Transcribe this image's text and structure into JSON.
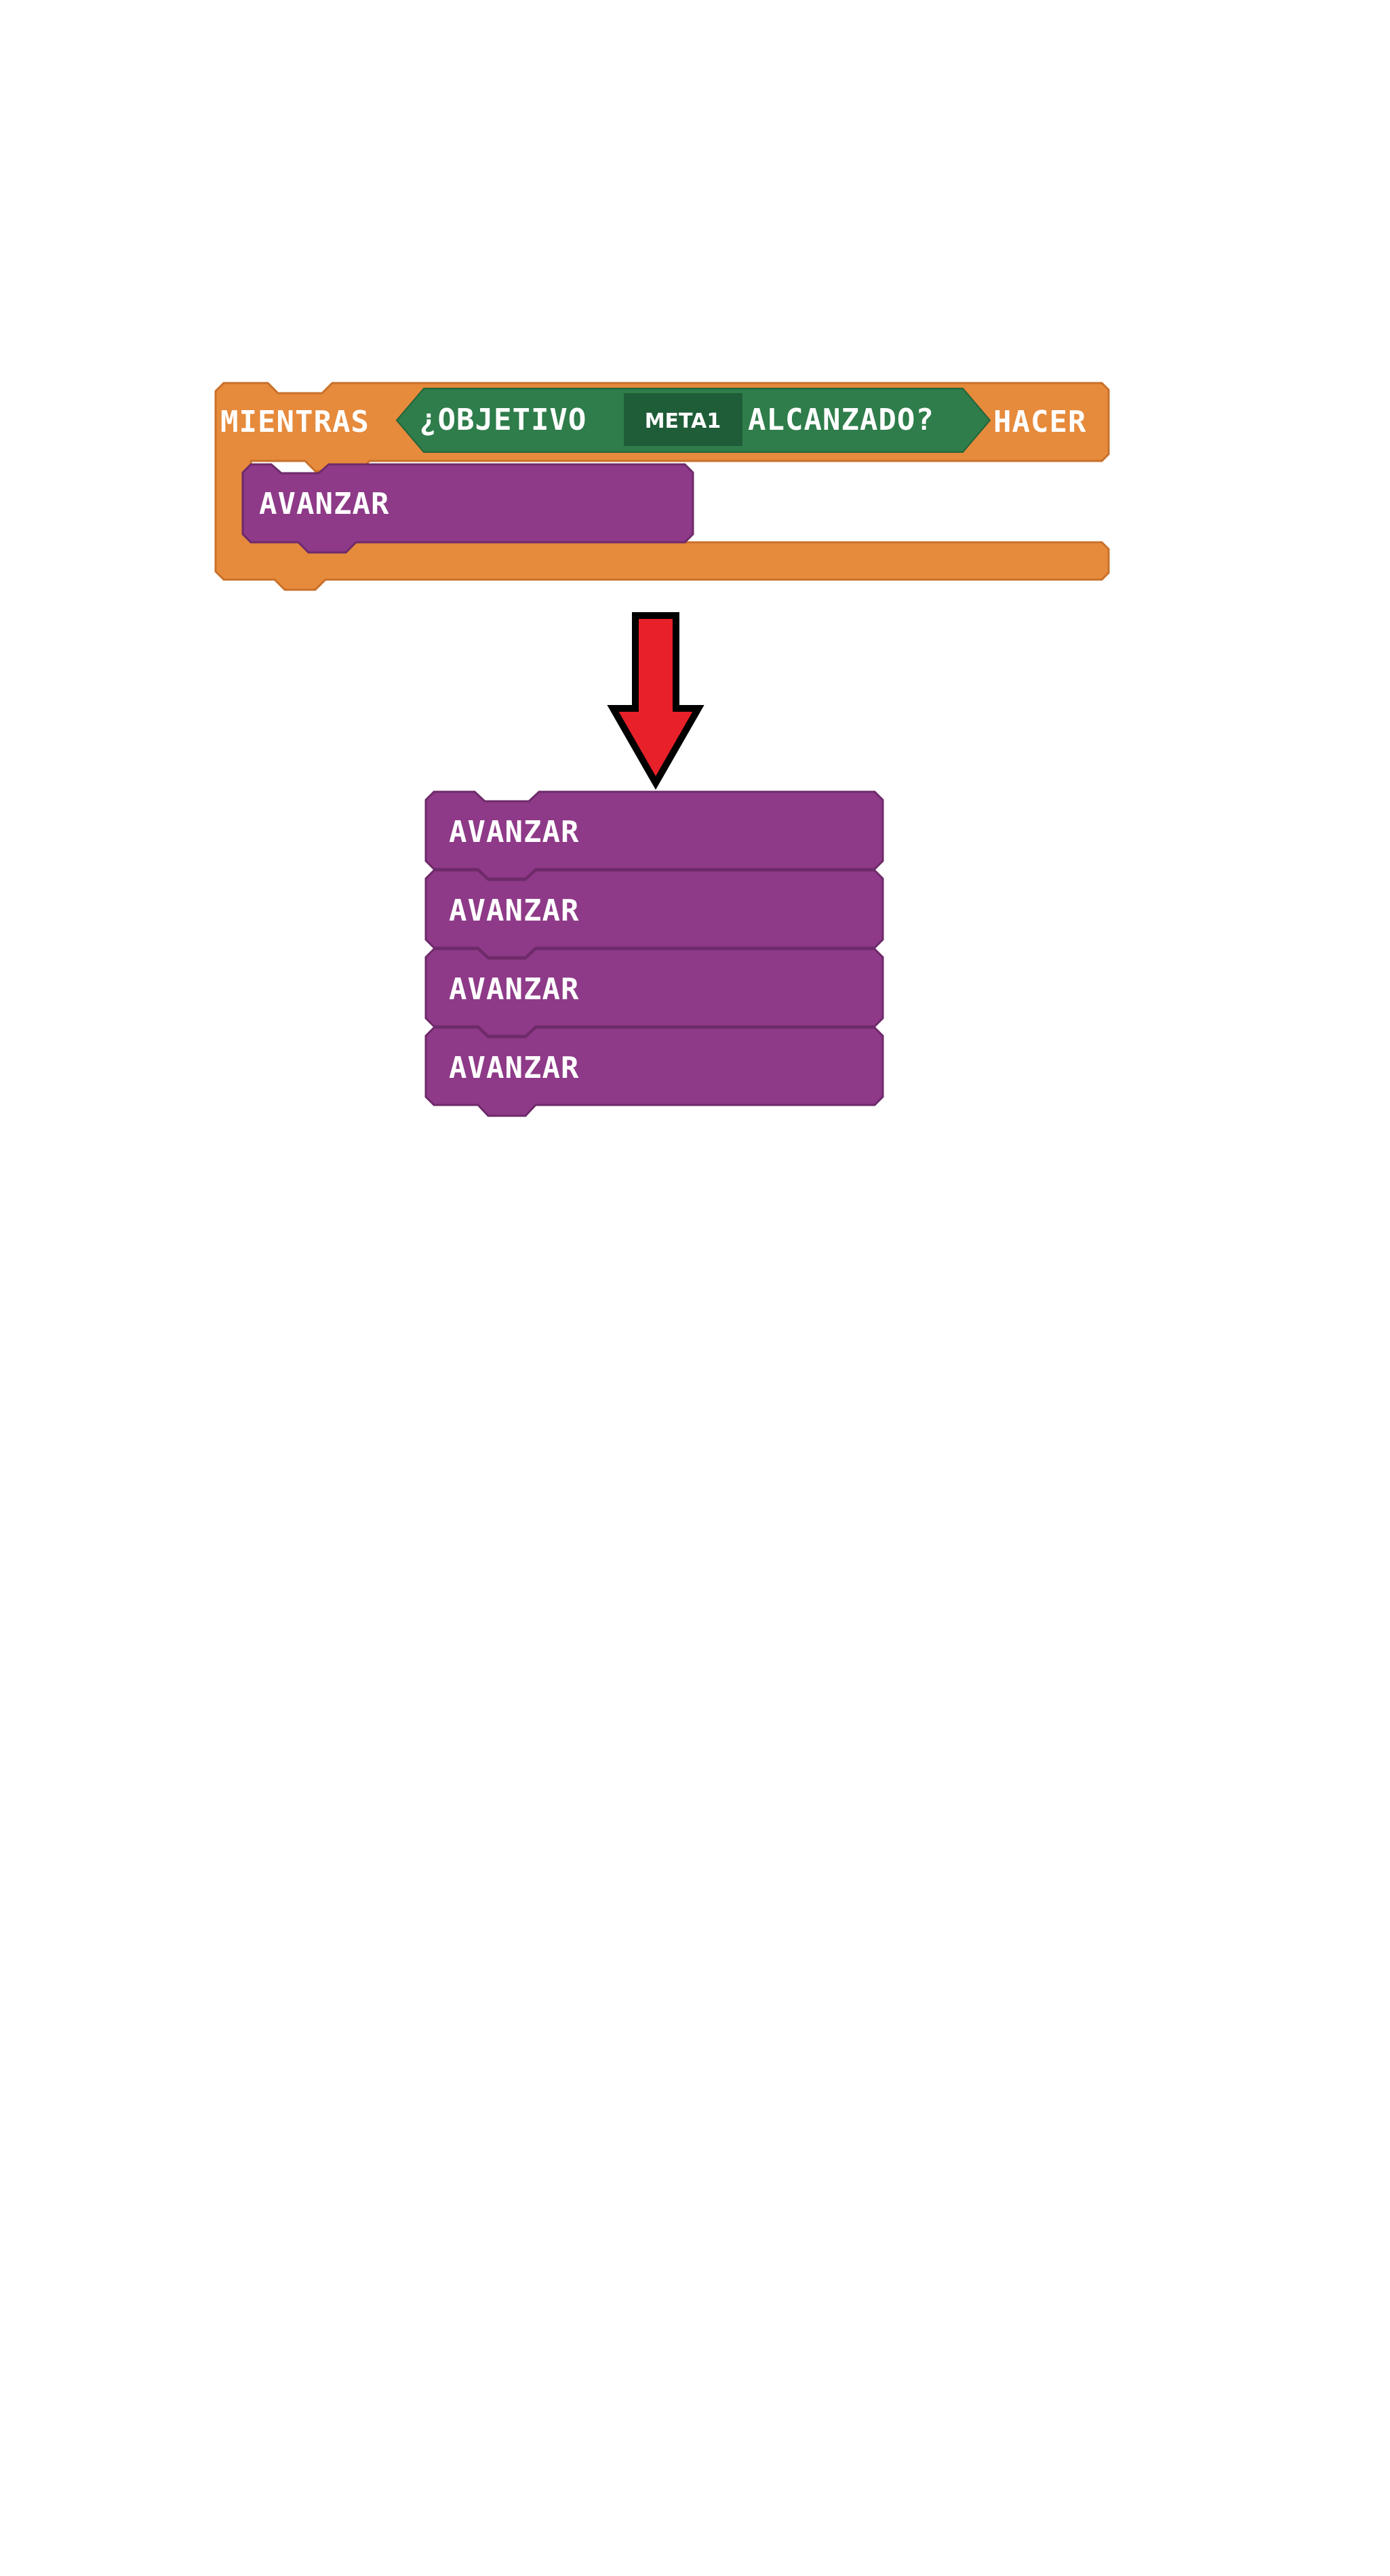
{
  "loop_block": {
    "keyword": "MIENTRAS",
    "do_label": "HACER",
    "condition": {
      "prefix": "¿OBJETIVO",
      "param": "META1",
      "suffix": "ALCANZADO?"
    },
    "body_statement": "AVANZAR"
  },
  "result_stack": {
    "statements": [
      "AVANZAR",
      "AVANZAR",
      "AVANZAR",
      "AVANZAR"
    ]
  },
  "colors": {
    "control_orange": "#E68A3C",
    "condition_green": "#2E7D4B",
    "param_dark_green": "#1F5C38",
    "motion_purple": "#8E3A88",
    "arrow_red": "#E8202A",
    "arrow_outline": "#000000"
  },
  "icons": {
    "arrow": "down-arrow-icon"
  }
}
